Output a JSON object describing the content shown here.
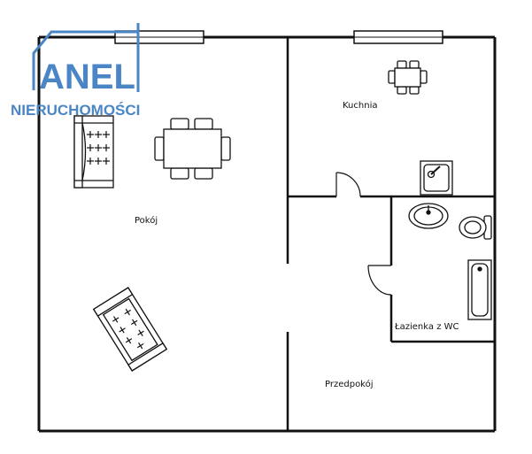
{
  "logo": {
    "name": "ANEL",
    "subtitle": "NIERUCHOMOŚCI",
    "color": "#4a86c5"
  },
  "rooms": {
    "pokoj": "Pokój",
    "kuchnia": "Kuchnia",
    "lazienka": "Łazienka z WC",
    "przedpokoj": "Przedpokój"
  },
  "colors": {
    "wall": "#111111",
    "background": "#ffffff",
    "window_fill": "#ffffff"
  }
}
